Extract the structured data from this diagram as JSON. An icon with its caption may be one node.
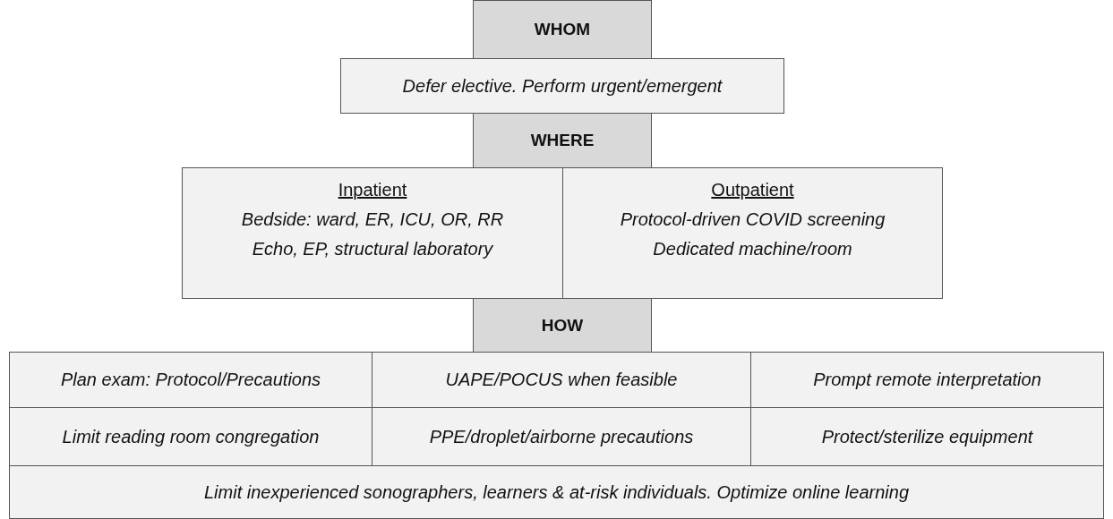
{
  "diagram": {
    "nodes": [
      {
        "text": [
          "WHOM"
        ]
      },
      {
        "text": [
          "Defer elective. Perform urgent/emergent"
        ]
      },
      {
        "text": [
          "WHERE"
        ]
      },
      {
        "text": [
          "Inpatient",
          "Bedside: ward, ER, ICU, OR, RR",
          "Echo, EP, structural laboratory"
        ]
      },
      {
        "text": [
          "Outpatient",
          "Protocol-driven COVID screening",
          "Dedicated machine/room"
        ]
      },
      {
        "text": [
          "HOW"
        ]
      },
      {
        "text": [
          "Plan exam: Protocol/Precautions"
        ]
      },
      {
        "text": [
          "UAPE/POCUS when feasible"
        ]
      },
      {
        "text": [
          "Prompt remote interpretation"
        ]
      },
      {
        "text": [
          "Limit reading room congregation"
        ]
      },
      {
        "text": [
          "PPE/droplet/airborne precautions"
        ]
      },
      {
        "text": [
          "Protect/sterilize equipment"
        ]
      },
      {
        "text": [
          "Limit inexperienced sonographers, learners & at-risk individuals. Optimize online learning"
        ]
      }
    ],
    "edges": []
  }
}
